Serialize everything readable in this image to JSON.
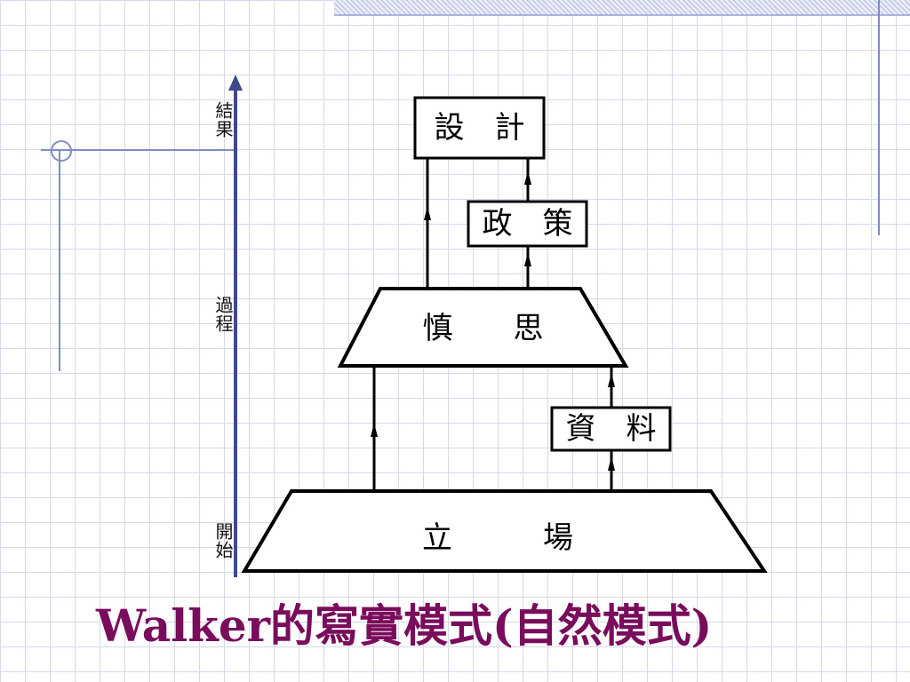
{
  "title": "Walker的寫實模式(自然模式)",
  "axis": {
    "top_label": "結果",
    "middle_label": "過程",
    "bottom_label": "開始"
  },
  "nodes": {
    "design": "設　計",
    "policy": "政　策",
    "deliberation": "慎　　思",
    "data": "資　料",
    "platform": "立　　　場"
  },
  "colors": {
    "title": "#7a0c5c",
    "axis": "#3d4a8f",
    "grid": "#d6d9e8",
    "decor": "#7f8cc4"
  }
}
